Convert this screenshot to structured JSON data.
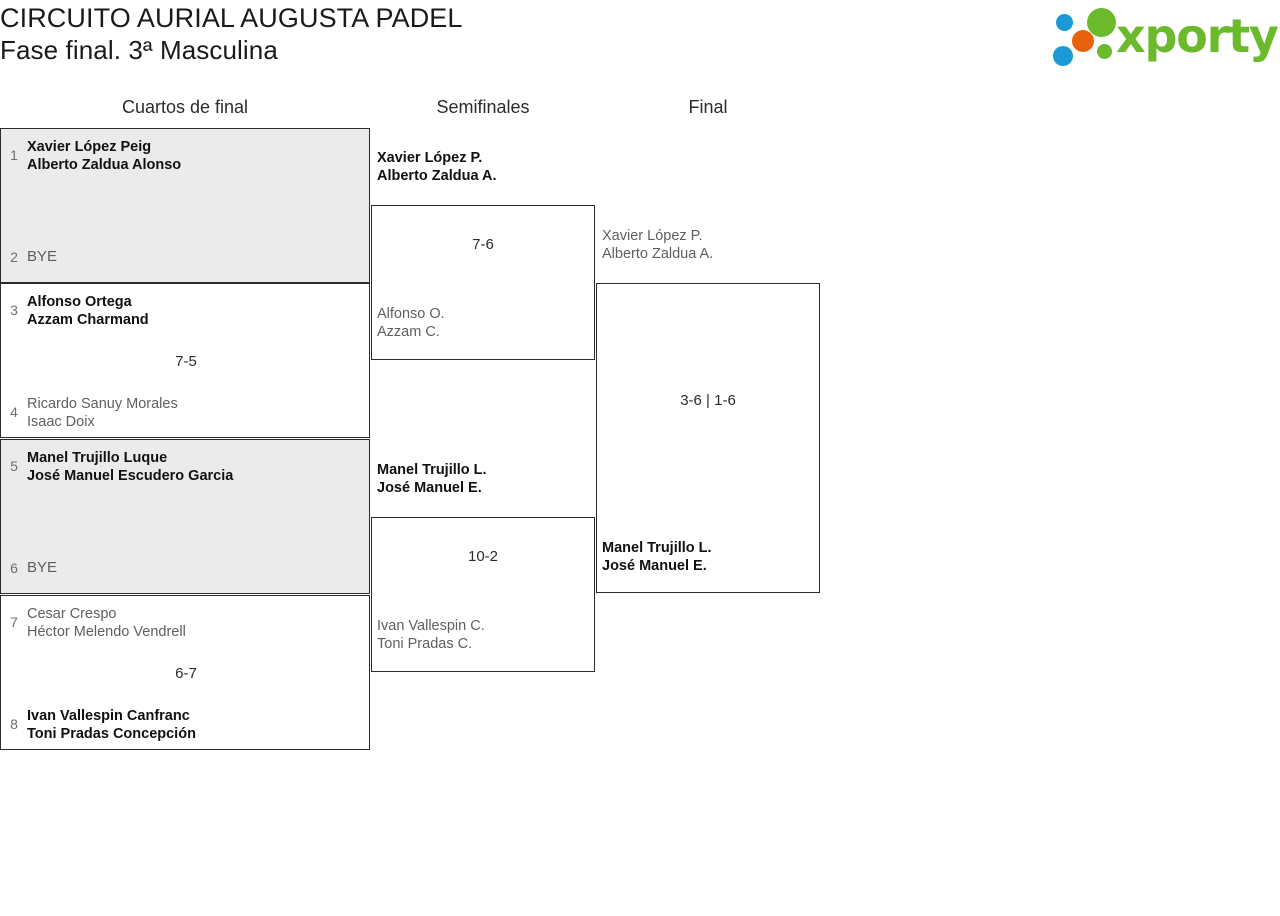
{
  "header": {
    "title_line1": "CIRCUITO AURIAL AUGUSTA PADEL",
    "title_line2": "Fase final. 3ª Masculina",
    "logo_text": "xporty"
  },
  "colors": {
    "logo_green": "#6aba2c",
    "logo_blue": "#1b9ad6",
    "logo_orange": "#e8620c",
    "box_shaded": "#ebebeb",
    "border": "#2b2b2b",
    "winner_text": "#111111",
    "loser_text": "#5f5f5f",
    "seed_text": "#6e6e6e"
  },
  "rounds": {
    "quarterfinals_label": "Cuartos de final",
    "semifinals_label": "Semifinales",
    "final_label": "Final"
  },
  "quarterfinals": [
    {
      "shaded": true,
      "score": "",
      "top": {
        "seed": "1",
        "line1": "Xavier López Peig",
        "line2": "Alberto Zaldua Alonso",
        "winner": true,
        "bye": false
      },
      "bottom": {
        "seed": "2",
        "line1": "BYE",
        "line2": "",
        "winner": false,
        "bye": true
      }
    },
    {
      "shaded": false,
      "score": "7-5",
      "top": {
        "seed": "3",
        "line1": "Alfonso Ortega",
        "line2": "Azzam Charmand",
        "winner": true,
        "bye": false
      },
      "bottom": {
        "seed": "4",
        "line1": "Ricardo Sanuy Morales",
        "line2": "Isaac Doix",
        "winner": false,
        "bye": false
      }
    },
    {
      "shaded": true,
      "score": "",
      "top": {
        "seed": "5",
        "line1": "Manel Trujillo Luque",
        "line2": "José Manuel Escudero Garcia",
        "winner": true,
        "bye": false
      },
      "bottom": {
        "seed": "6",
        "line1": "BYE",
        "line2": "",
        "winner": false,
        "bye": true
      }
    },
    {
      "shaded": false,
      "score": "6-7",
      "top": {
        "seed": "7",
        "line1": "Cesar Crespo",
        "line2": "Héctor Melendo Vendrell",
        "winner": false,
        "bye": false
      },
      "bottom": {
        "seed": "8",
        "line1": "Ivan Vallespin Canfranc",
        "line2": "Toni Pradas Concepción",
        "winner": true,
        "bye": false
      }
    }
  ],
  "semifinals": [
    {
      "score": "7-6",
      "top": {
        "line1": "Xavier López P.",
        "line2": "Alberto Zaldua A.",
        "winner": true
      },
      "bottom": {
        "line1": "Alfonso O.",
        "line2": "Azzam C.",
        "winner": false
      }
    },
    {
      "score": "10-2",
      "top": {
        "line1": "Manel Trujillo L.",
        "line2": "José Manuel E.",
        "winner": true
      },
      "bottom": {
        "line1": "Ivan Vallespin C.",
        "line2": "Toni Pradas C.",
        "winner": false
      }
    }
  ],
  "final": {
    "score": "3-6 | 1-6",
    "top": {
      "line1": "Xavier López P.",
      "line2": "Alberto Zaldua A.",
      "winner": false
    },
    "bottom": {
      "line1": "Manel Trujillo L.",
      "line2": "José Manuel E.",
      "winner": true
    }
  }
}
